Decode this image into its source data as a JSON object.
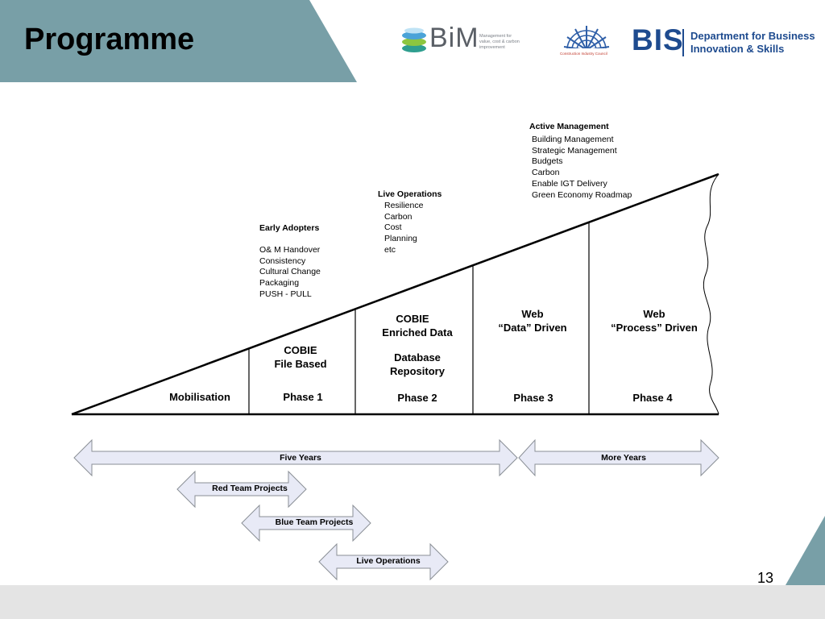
{
  "slide": {
    "title": "Programme",
    "page_number": "13"
  },
  "logos": {
    "bim": {
      "wordmark": "BiM",
      "tagline": [
        "Management for",
        "value, cost & carbon",
        "improvement"
      ]
    },
    "cic": {
      "caption": "Construction Industry Council"
    },
    "bis": {
      "wordmark": "BIS",
      "name_line1": "Department for Business",
      "name_line2": "Innovation & Skills"
    }
  },
  "notes": {
    "active_management": {
      "heading": "Active Management",
      "items": [
        "Building Management",
        "Strategic Management",
        "Budgets",
        "Carbon",
        "Enable IGT  Delivery",
        "Green Economy Roadmap"
      ]
    },
    "live_operations": {
      "heading": "Live Operations",
      "items": [
        "Resilience",
        "Carbon",
        "Cost",
        "Planning",
        "etc"
      ]
    },
    "early_adopters": {
      "heading": "Early Adopters",
      "items": [
        "O& M Handover",
        "Consistency",
        "Cultural Change",
        "Packaging",
        "PUSH -  PULL"
      ]
    }
  },
  "phases": {
    "mobilisation": "Mobilisation",
    "phase1": {
      "label": "Phase 1",
      "line1": "COBIE",
      "line2": "File Based"
    },
    "phase2": {
      "label": "Phase 2",
      "line1": "COBIE",
      "line2": "Enriched Data",
      "line3": "Database",
      "line4": "Repository"
    },
    "phase3": {
      "label": "Phase 3",
      "line1": "Web",
      "line2": "“Data” Driven"
    },
    "phase4": {
      "label": "Phase 4",
      "line1": "Web",
      "line2": "“Process” Driven"
    }
  },
  "timeline": {
    "five_years": "Five Years",
    "more_years": "More Years",
    "red_team": "Red Team Projects",
    "blue_team": "Blue Team Projects",
    "live_operations": "Live Operations"
  },
  "colors": {
    "header_teal": "#789fa7",
    "arrow_fill": "#e8eaf6",
    "arrow_stroke": "#8a8f96",
    "footer_gray": "#e4e4e4",
    "bis_blue": "#1e4b8f"
  }
}
